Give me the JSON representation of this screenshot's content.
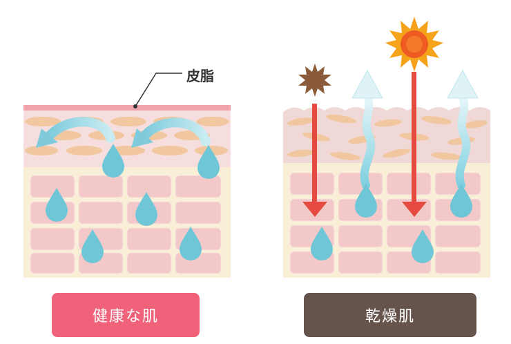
{
  "labels": {
    "sebum": "皮脂",
    "healthy": "健康な肌",
    "dry": "乾燥肌"
  },
  "colors": {
    "sebum_layer": "#f1a3ab",
    "stratum": "#f6dede",
    "lipid": "#f1c79f",
    "lower_layer": "#f8efd6",
    "cell": "#f3c8c8",
    "water_drop": "#6ec6d6",
    "moisture_arrow": "#a9dfe9",
    "damage_arrow": "#e44a3f",
    "healthy_label_bg": "#f0627a",
    "dry_label_bg": "#66544c",
    "sun": "#f7a21b",
    "irritant": "#8a5a3a"
  },
  "icons": [
    "water-drop-icon",
    "sun-icon",
    "irritant-burst-icon",
    "arrow-icon"
  ]
}
